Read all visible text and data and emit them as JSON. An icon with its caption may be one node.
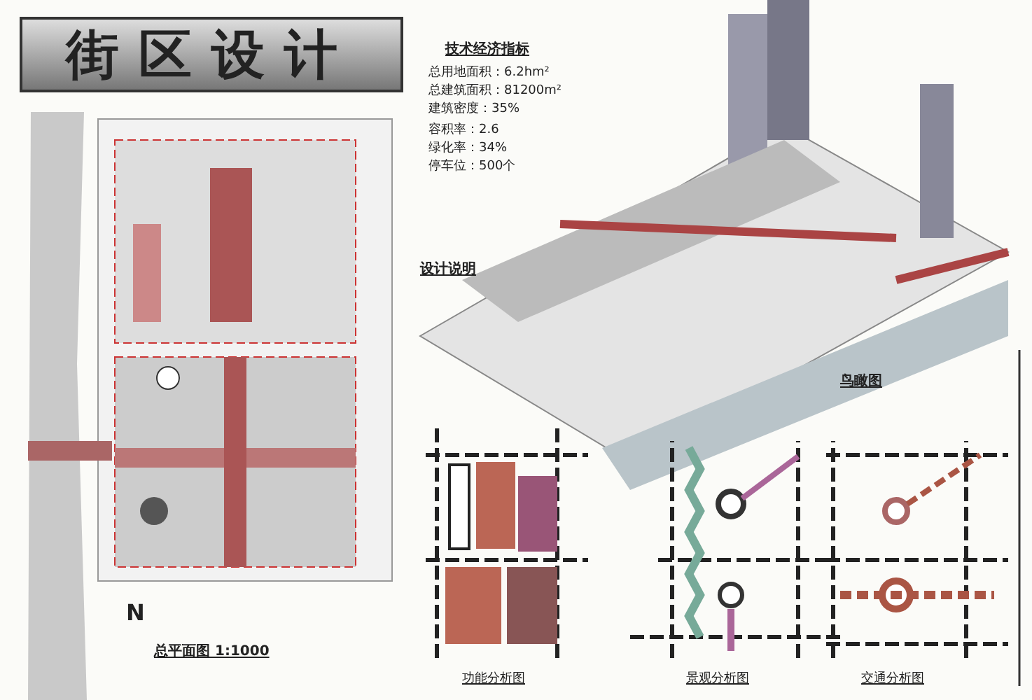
{
  "diagram": {
    "title": "街区设计",
    "labels": [
      "技术经济指标",
      "总用地面积：6.2hm²",
      "总建筑面积：81200m²",
      "建筑密度：35%",
      "容积率：2.6",
      "绿化率：34%",
      "停车位：500个",
      "设计说明",
      "鸟瞰图",
      "N",
      "总平面图 1:1000",
      "功能分析图",
      "景观分析图",
      "交通分析图"
    ]
  }
}
